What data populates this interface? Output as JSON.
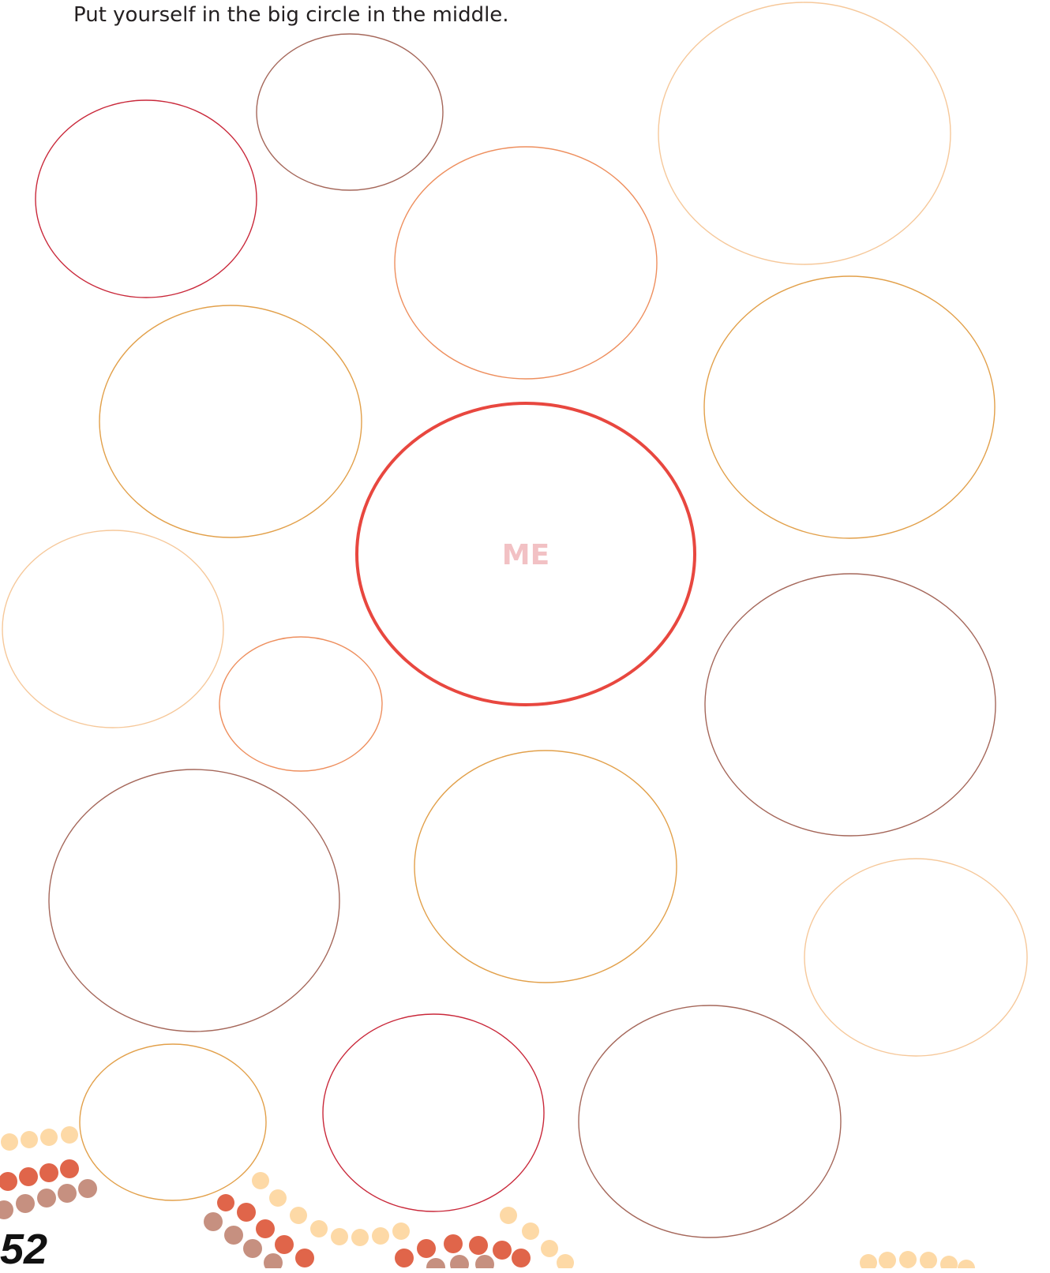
{
  "instruction": "Put yourself in the big circle in the middle.",
  "center_label": "ME",
  "page_number": "52",
  "colors": {
    "me_circle": "#e8473f",
    "me_label": "#f2c1c4",
    "crimson": "#c9283a",
    "brown": "#a5675a",
    "coral": "#ee8f5e",
    "peach": "#f6c89a",
    "amber": "#e2a04a",
    "dot_peach": "#fdd9a6",
    "dot_red": "#e0654a",
    "dot_taupe": "#c69080"
  }
}
